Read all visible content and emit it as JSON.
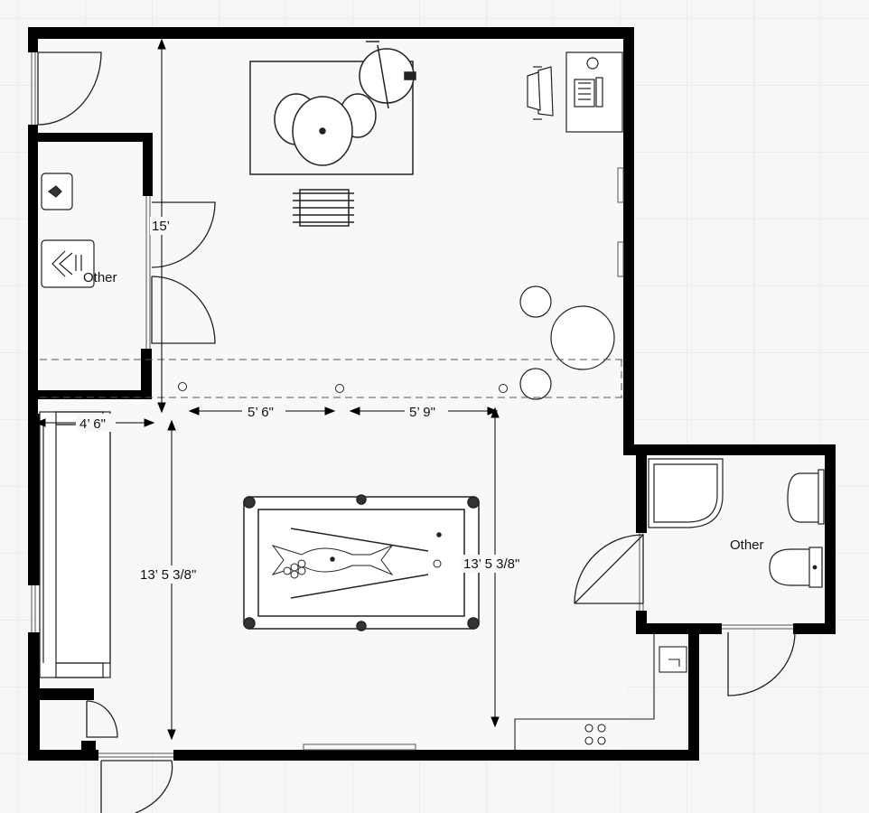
{
  "rooms": [
    {
      "label": "Other"
    },
    {
      "label": "Other"
    }
  ],
  "dimensions": [
    {
      "label": "15’"
    },
    {
      "label": "5’ 6\""
    },
    {
      "label": "5’ 9\""
    },
    {
      "label": "4’ 6\""
    },
    {
      "label": "13’ 5 3/8\""
    },
    {
      "label": "13’ 5 3/8\""
    }
  ],
  "colors": {
    "wall": "#000000",
    "floor": "#f6f6f6",
    "grid": "#e3e3e3",
    "furniture_stroke": "#222222",
    "fixture_fill": "#ffffff"
  },
  "icons": {
    "dining": "round-table-icon",
    "pool_table": "pool-table-icon",
    "desk": "desk-computer-icon",
    "toilet": "toilet-icon",
    "shower": "shower-icon",
    "stove": "stove-icon",
    "washer": "washer-icon",
    "sofa": "sofa-icon",
    "door": "door-swing-icon"
  }
}
